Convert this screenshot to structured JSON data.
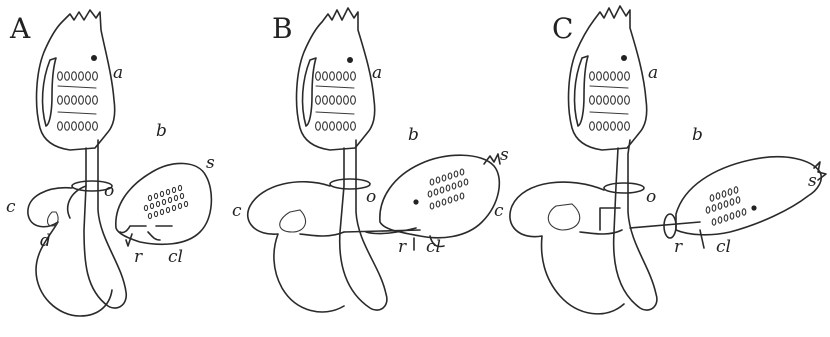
{
  "panels": [
    {
      "id": "A",
      "label": "A",
      "part_labels": {
        "a": "a",
        "b": "b",
        "c": "c",
        "o": "o",
        "s": "s",
        "r": "r",
        "d": "d",
        "cl": "cl"
      }
    },
    {
      "id": "B",
      "label": "B",
      "part_labels": {
        "a": "a",
        "b": "b",
        "c": "c",
        "o": "o",
        "s": "s",
        "r": "r",
        "cl": "cl"
      }
    },
    {
      "id": "C",
      "label": "C",
      "part_labels": {
        "a": "a",
        "b": "b",
        "c": "c",
        "o": "o",
        "s": "s",
        "r": "r",
        "cl": "cl"
      }
    }
  ]
}
